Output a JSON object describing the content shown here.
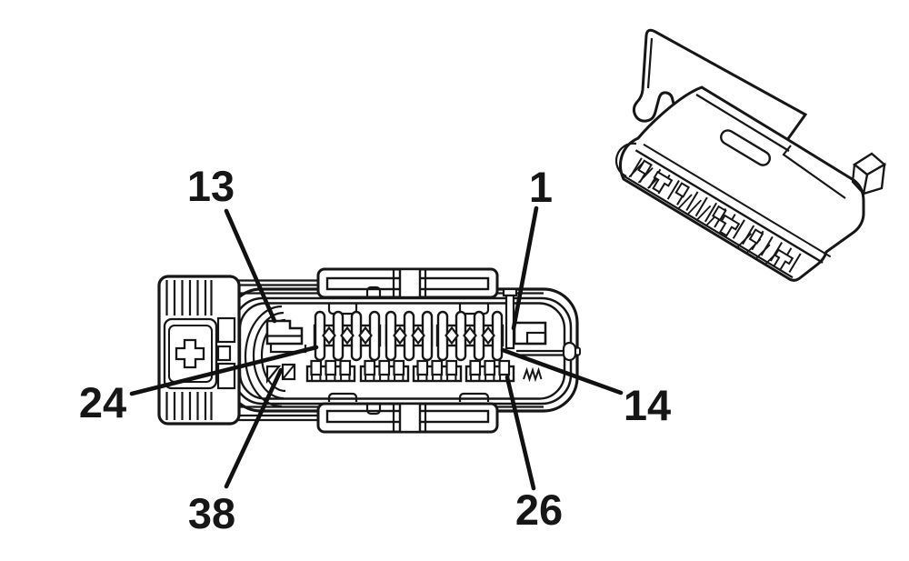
{
  "diagram": {
    "background": "#ffffff",
    "line_color": "#161616",
    "callouts": {
      "13": "13",
      "1": "1",
      "24": "24",
      "14": "14",
      "38": "38",
      "26": "26"
    }
  }
}
